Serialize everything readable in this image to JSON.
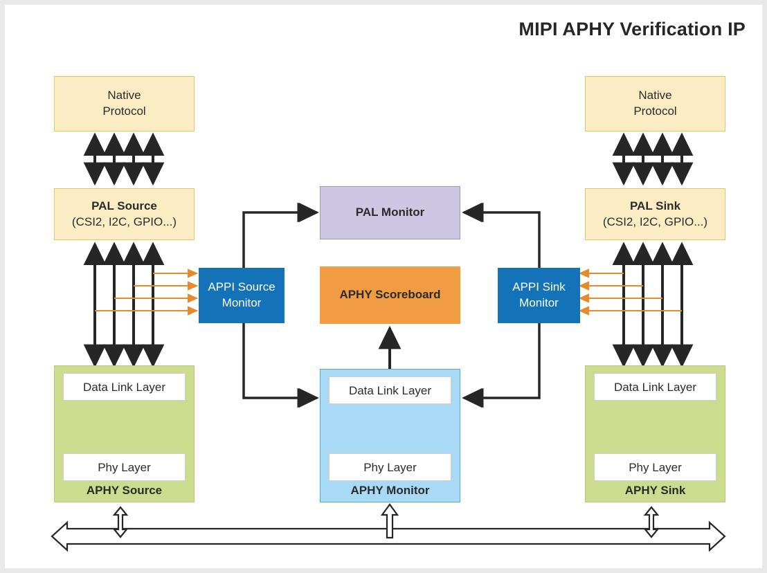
{
  "title": "MIPI APHY Verification IP",
  "colors": {
    "yellow_fill": "#FCECC4",
    "yellow_border": "#E3C766",
    "green_fill": "#CBDC8F",
    "green_border": "#B6C977",
    "blue_fill": "#1473B8",
    "purple_fill": "#CDC7E3",
    "orange_fill": "#EF9C42",
    "lightblue_fill": "#A8DAF6",
    "lightblue_border": "#4FA9DA",
    "wire_black": "#262626",
    "wire_orange": "#E8892B",
    "frame_border": "#E9E9E9",
    "page_background": "#FFFFFF"
  },
  "nodes": {
    "native_protocol_left": {
      "line1": "Native",
      "line2": "Protocol"
    },
    "native_protocol_right": {
      "line1": "Native",
      "line2": "Protocol"
    },
    "pal_source": {
      "title": "PAL Source",
      "subtitle": "(CSI2, I2C, GPIO...)"
    },
    "pal_sink": {
      "title": "PAL Sink",
      "subtitle": "(CSI2, I2C, GPIO...)"
    },
    "appi_source_monitor": {
      "line1": "APPI Source",
      "line2": "Monitor"
    },
    "appi_sink_monitor": {
      "line1": "APPI Sink",
      "line2": "Monitor"
    },
    "pal_monitor": {
      "label": "PAL Monitor"
    },
    "aphy_scoreboard": {
      "label": "APHY Scoreboard"
    },
    "aphy_source": {
      "footer": "APHY Source",
      "layers": [
        "Data Link Layer",
        "Phy Layer"
      ]
    },
    "aphy_sink": {
      "footer": "APHY Sink",
      "layers": [
        "Data Link Layer",
        "Phy Layer"
      ]
    },
    "aphy_monitor": {
      "footer": "APHY Monitor",
      "layers": [
        "Data Link Layer",
        "Phy Layer"
      ]
    }
  },
  "connections": {
    "native_to_pal_lane_count": 4,
    "pal_to_aphy_lane_count": 4,
    "appi_tap_count": 4,
    "bus_label": ""
  }
}
